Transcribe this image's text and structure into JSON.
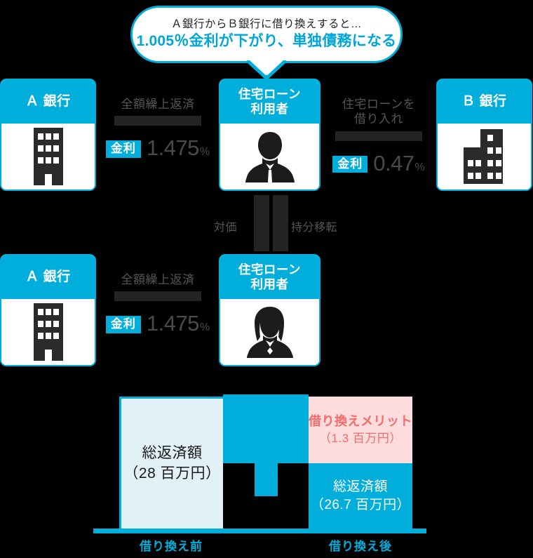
{
  "callout": {
    "line1": "Ａ銀行からＢ銀行に借り換えすると…",
    "line2": "1.005％金利が下がり、単独債務になる"
  },
  "row1": {
    "a_bank": {
      "title": "Ａ 銀行",
      "icon": "office-building-icon"
    },
    "user": {
      "title_line1": "住宅ローン",
      "title_line2": "利用者",
      "icon": "male-person-icon"
    },
    "b_bank": {
      "title": "Ｂ 銀行",
      "icon": "city-buildings-icon"
    },
    "repay_flow": {
      "label": "全額繰上返済",
      "arrow": "right-arrow-bar",
      "rate_badge": "金利",
      "rate_value": "1.475",
      "rate_unit": "%"
    },
    "borrow_flow": {
      "label_line1": "住宅ローンを",
      "label_line2": "借り入れ",
      "arrow": "left-arrow-bar",
      "rate_badge": "金利",
      "rate_value": "0.47",
      "rate_unit": "%"
    }
  },
  "transfer": {
    "left_label": "対価",
    "right_label": "持分移転"
  },
  "row2": {
    "a_bank": {
      "title": "Ａ 銀行",
      "icon": "office-building-icon"
    },
    "user": {
      "title_line1": "住宅ローン",
      "title_line2": "利用者",
      "icon": "female-person-icon"
    },
    "repay_flow": {
      "label": "全額繰上返済",
      "arrow": "right-arrow-bar",
      "rate_badge": "金利",
      "rate_value": "1.475",
      "rate_unit": "%"
    }
  },
  "chart_data": {
    "type": "bar",
    "title": "",
    "categories": [
      "借り換え前",
      "借り換え後"
    ],
    "series": [
      {
        "name": "総返済額",
        "values": [
          28,
          26.7
        ],
        "unit": "百万円"
      },
      {
        "name": "借り換えメリット",
        "values": [
          0,
          1.3
        ],
        "unit": "百万円"
      }
    ],
    "bars": {
      "before": {
        "label_line1": "総返済額",
        "label_line2": "（28 百万円）",
        "value": 28,
        "unit": "百万円",
        "color": "#e2f0f7"
      },
      "merit": {
        "label_line1": "借り換えメリット",
        "label_line2": "（1.3 百万円）",
        "value": 1.3,
        "unit": "百万円",
        "color": "#fcdcdc",
        "text_color": "#f66b6b"
      },
      "after": {
        "label_line1": "総返済額",
        "label_line2": "（26.7 百万円）",
        "value": 26.7,
        "unit": "百万円",
        "color": "#00aedb"
      }
    },
    "axis_labels": {
      "before": "借り換え前",
      "after": "借り換え後"
    },
    "arrow": "down-arrow",
    "grid": false,
    "legend": "none"
  },
  "colors": {
    "brand_cyan": "#00aedb",
    "light_blue": "#e2f0f7",
    "pink_bg": "#fcdcdc",
    "pink_text": "#f66b6b",
    "dark": "#242424",
    "background": "#000000"
  }
}
